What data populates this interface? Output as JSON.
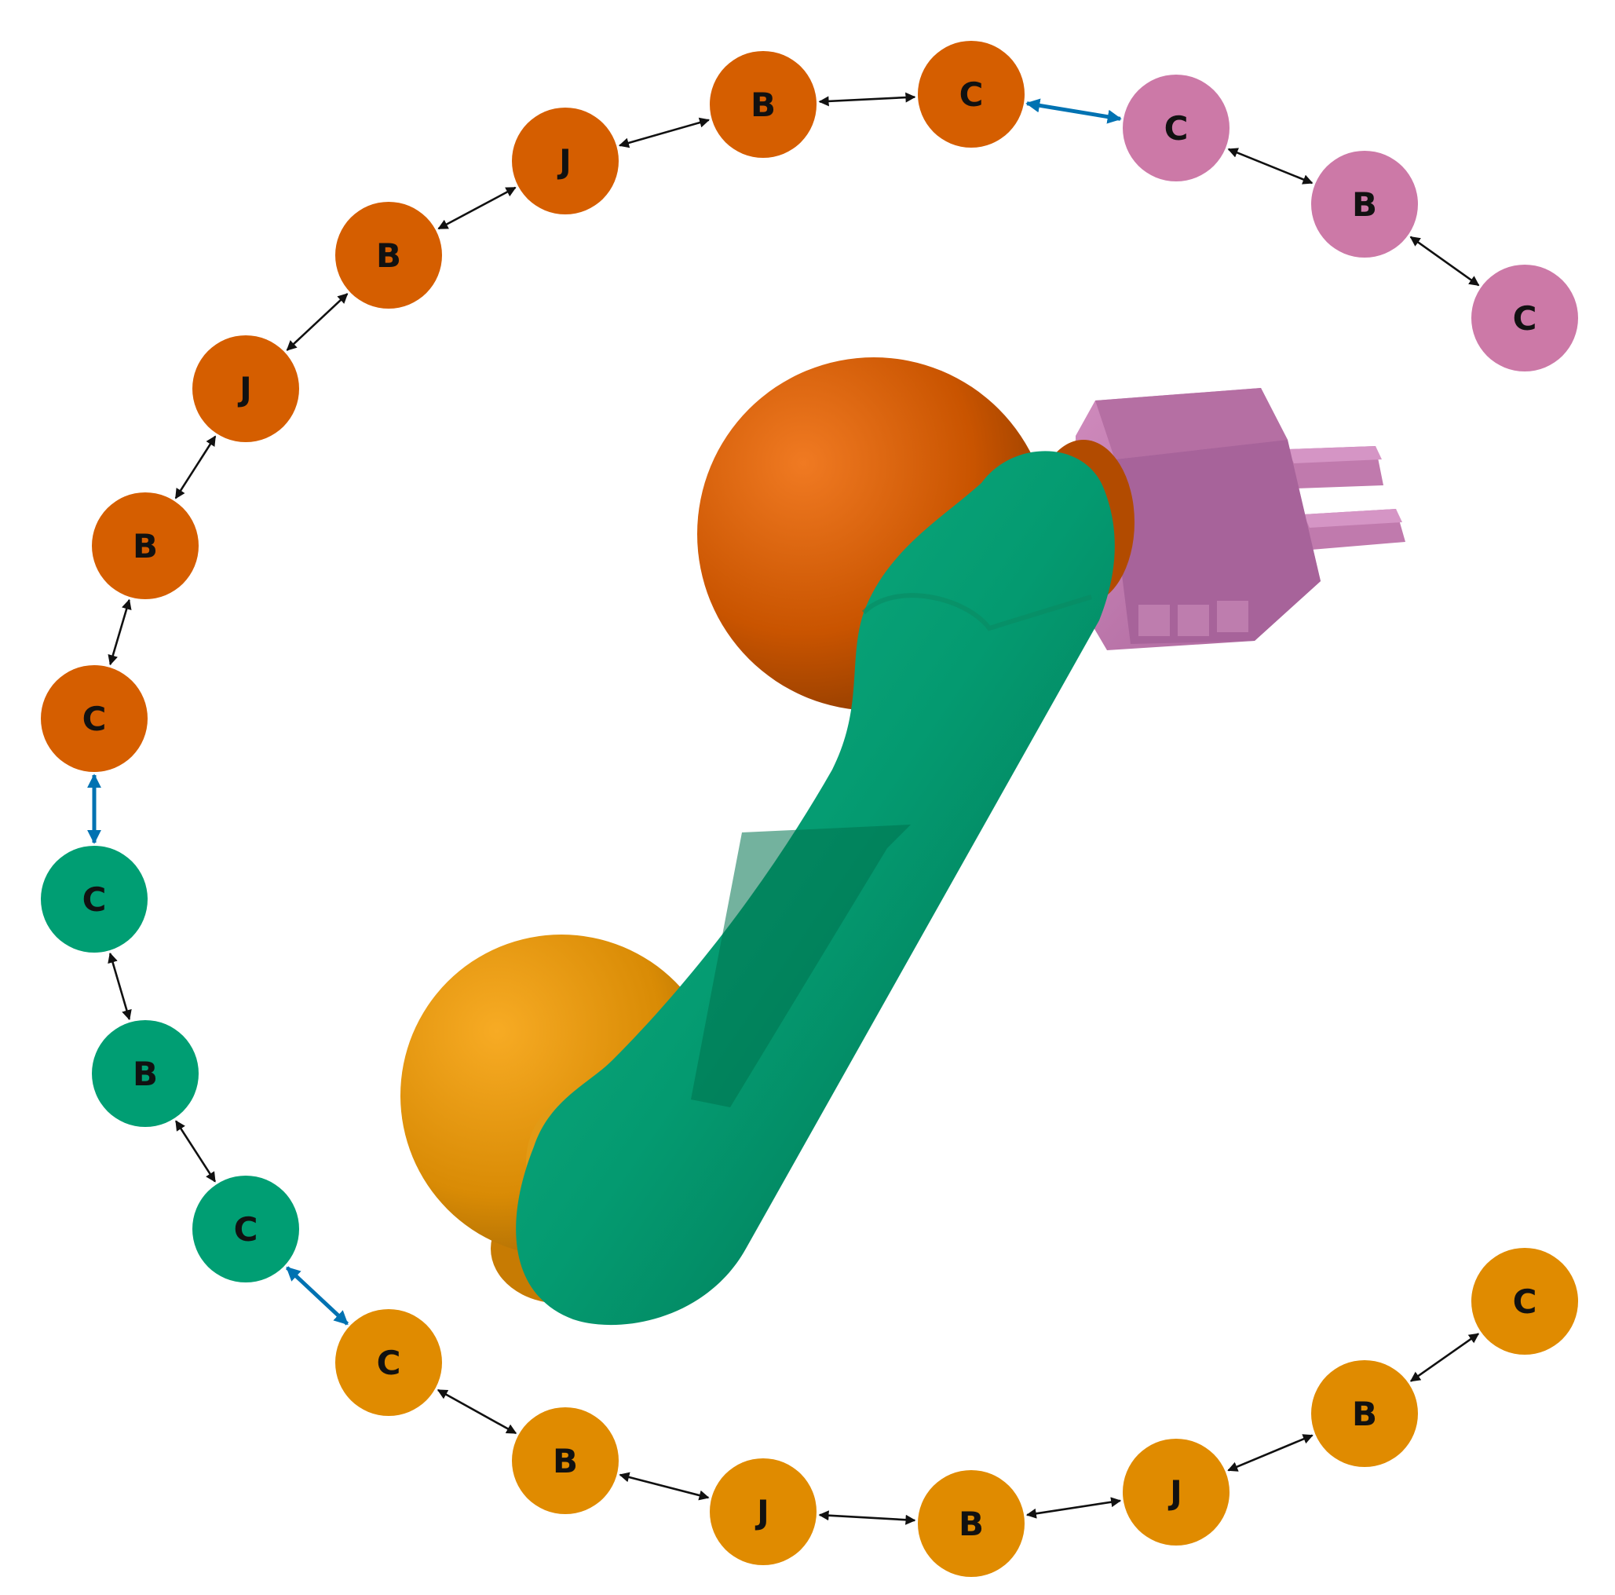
{
  "colors": {
    "orange": "#d55e00",
    "pink": "#cc79a7",
    "green": "#009e73",
    "yellow": "#e08b00",
    "edge_internal": "#111111",
    "edge_link": "#0072b2"
  },
  "nodes": [
    {
      "id": "y1",
      "label": "C",
      "group": "yellow"
    },
    {
      "id": "y2",
      "label": "B",
      "group": "yellow"
    },
    {
      "id": "y3",
      "label": "J",
      "group": "yellow"
    },
    {
      "id": "y4",
      "label": "B",
      "group": "yellow"
    },
    {
      "id": "y5",
      "label": "J",
      "group": "yellow"
    },
    {
      "id": "y6",
      "label": "B",
      "group": "yellow"
    },
    {
      "id": "y7",
      "label": "C",
      "group": "yellow"
    },
    {
      "id": "g1",
      "label": "C",
      "group": "green"
    },
    {
      "id": "g2",
      "label": "B",
      "group": "green"
    },
    {
      "id": "g3",
      "label": "C",
      "group": "green"
    },
    {
      "id": "o1",
      "label": "C",
      "group": "orange"
    },
    {
      "id": "o2",
      "label": "B",
      "group": "orange"
    },
    {
      "id": "o3",
      "label": "J",
      "group": "orange"
    },
    {
      "id": "o4",
      "label": "B",
      "group": "orange"
    },
    {
      "id": "o5",
      "label": "J",
      "group": "orange"
    },
    {
      "id": "o6",
      "label": "B",
      "group": "orange"
    },
    {
      "id": "o7",
      "label": "C",
      "group": "orange"
    },
    {
      "id": "p1",
      "label": "C",
      "group": "pink"
    },
    {
      "id": "p2",
      "label": "B",
      "group": "pink"
    },
    {
      "id": "p3",
      "label": "C",
      "group": "pink"
    }
  ],
  "edges": [
    {
      "from": "y1",
      "to": "y2",
      "type": "internal"
    },
    {
      "from": "y2",
      "to": "y3",
      "type": "internal"
    },
    {
      "from": "y3",
      "to": "y4",
      "type": "internal"
    },
    {
      "from": "y4",
      "to": "y5",
      "type": "internal"
    },
    {
      "from": "y5",
      "to": "y6",
      "type": "internal"
    },
    {
      "from": "y6",
      "to": "y7",
      "type": "internal"
    },
    {
      "from": "y7",
      "to": "g1",
      "type": "link"
    },
    {
      "from": "g1",
      "to": "g2",
      "type": "internal"
    },
    {
      "from": "g2",
      "to": "g3",
      "type": "internal"
    },
    {
      "from": "g3",
      "to": "o1",
      "type": "link"
    },
    {
      "from": "o1",
      "to": "o2",
      "type": "internal"
    },
    {
      "from": "o2",
      "to": "o3",
      "type": "internal"
    },
    {
      "from": "o3",
      "to": "o4",
      "type": "internal"
    },
    {
      "from": "o4",
      "to": "o5",
      "type": "internal"
    },
    {
      "from": "o5",
      "to": "o6",
      "type": "internal"
    },
    {
      "from": "o6",
      "to": "o7",
      "type": "internal"
    },
    {
      "from": "o7",
      "to": "p1",
      "type": "link"
    },
    {
      "from": "p1",
      "to": "p2",
      "type": "internal"
    },
    {
      "from": "p2",
      "to": "p3",
      "type": "internal"
    }
  ],
  "robot_parts": [
    {
      "name": "base-joint",
      "color": "#e39310"
    },
    {
      "name": "upper-link",
      "color": "#079a74"
    },
    {
      "name": "shoulder-joint",
      "color": "#d25a05"
    },
    {
      "name": "gripper",
      "color": "#c07aad"
    }
  ]
}
